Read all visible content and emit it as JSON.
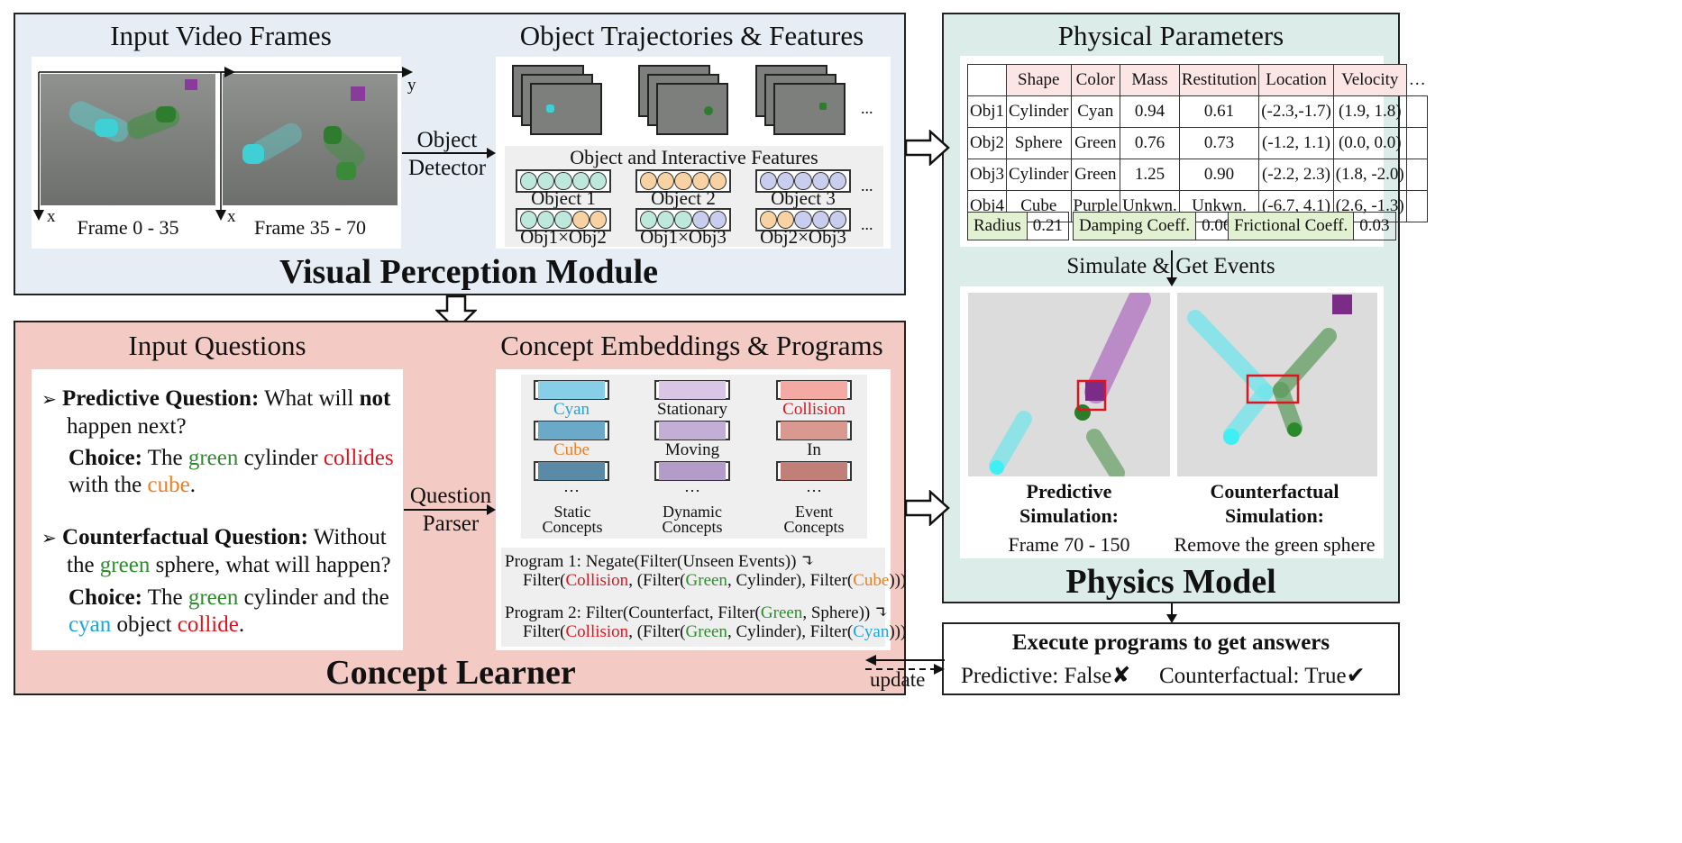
{
  "colors": {
    "cyan": "#1ea5e0",
    "green": "#2e8b2e",
    "red": "#e0141e",
    "orange": "#f07d1e",
    "perception_bg": "#e6edf5",
    "concept_bg": "#f4cbc4",
    "physics_bg": "#dcece8"
  },
  "perception": {
    "module_title": "Visual Perception Module",
    "input_title": "Input Video Frames",
    "frame1_label": "Frame 0 - 35",
    "frame2_label": "Frame 35 - 70",
    "axis_x": "x",
    "axis_y": "y",
    "traj_title": "Object Trajectories & Features",
    "detector_label_1": "Object",
    "detector_label_2": "Detector",
    "features_title": "Object and Interactive Features",
    "ellipsis": "...",
    "objects": [
      "Object 1",
      "Object 2",
      "Object 3"
    ],
    "pairs": [
      "Obj1×Obj2",
      "Obj1×Obj3",
      "Obj2×Obj3"
    ]
  },
  "concept": {
    "module_title": "Concept Learner",
    "input_title": "Input Questions",
    "q1_head": "Predictive Question:",
    "q1_a": "What will",
    "q1_not": "not",
    "q1_b": "happen next?",
    "choice": "Choice:",
    "c1_the": "The",
    "green": "green",
    "c1_cyl": "cylinder",
    "collides": "collides",
    "c1_with": "with the",
    "cube": "cube",
    "period": ".",
    "q2_head": "Counterfactual Question:",
    "q2_a": "Without",
    "q2_the": "the",
    "q2_b": "sphere, what will happen?",
    "c2_and": "cylinder and the",
    "cyan": "cyan",
    "c2_obj": "object",
    "collide": "collide",
    "parser_1": "Question",
    "parser_2": "Parser",
    "emb_title": "Concept Embeddings & Programs",
    "static": [
      "Cyan",
      "Cube"
    ],
    "dynamic": [
      "Stationary",
      "Moving"
    ],
    "event": [
      "Collision",
      "In"
    ],
    "dots": "…",
    "cat_static_1": "Static",
    "cat_static_2": "Concepts",
    "cat_dynamic_1": "Dynamic",
    "cat_dynamic_2": "Concepts",
    "cat_event_1": "Event",
    "cat_event_2": "Concepts",
    "p1_a": "Program 1: Negate(Filter(Unseen Events))",
    "ret": "↴",
    "filter": "Filter(",
    "collision": "Collision",
    "p1_c": ", (Filter(",
    "green_c": "Green",
    "p1_d": ", Cylinder), Filter(",
    "cube_c": "Cube",
    "close": ")))",
    "p2_a": "Program 2: Filter(Counterfact, Filter(",
    "p2_b": ", Sphere))",
    "cyan_c": "Cyan"
  },
  "physics": {
    "module_title": "Physics Model",
    "title": "Physical Parameters",
    "headers": [
      "",
      "Shape",
      "Color",
      "Mass",
      "Restitution",
      "Location",
      "Velocity",
      "…"
    ],
    "rows": [
      [
        "Obj1",
        "Cylinder",
        "Cyan",
        "0.94",
        "0.61",
        "(-2.3,-1.7)",
        "(1.9, 1.8)",
        ""
      ],
      [
        "Obj2",
        "Sphere",
        "Green",
        "0.76",
        "0.73",
        "(-1.2, 1.1)",
        "(0.0, 0.0)",
        ""
      ],
      [
        "Obj3",
        "Cylinder",
        "Green",
        "1.25",
        "0.90",
        "(-2.2, 2.3)",
        "(1.8, -2.0)",
        ""
      ],
      [
        "Obj4",
        "Cube",
        "Purple",
        "Unkwn.",
        "Unkwn.",
        "(-6.7, 4.1)",
        "(2.6, -1.3)",
        ""
      ]
    ],
    "params": [
      {
        "k": "Radius",
        "v": "0.21"
      },
      {
        "k": "Damping Coeff.",
        "v": "0.06"
      },
      {
        "k": "Frictional Coeff.",
        "v": "0.03"
      }
    ],
    "simulate": "Simulate & Get Events",
    "pred_1": "Predictive",
    "pred_2": "Simulation:",
    "pred_3": "Frame 70 - 150",
    "cf_1": "Counterfactual",
    "cf_2": "Simulation:",
    "cf_3": "Remove the green sphere"
  },
  "execute": {
    "title": "Execute programs to get answers",
    "pred": "Predictive: False",
    "cross": "✘",
    "cf": "Counterfactual: True",
    "check": "✔",
    "update": "update"
  }
}
